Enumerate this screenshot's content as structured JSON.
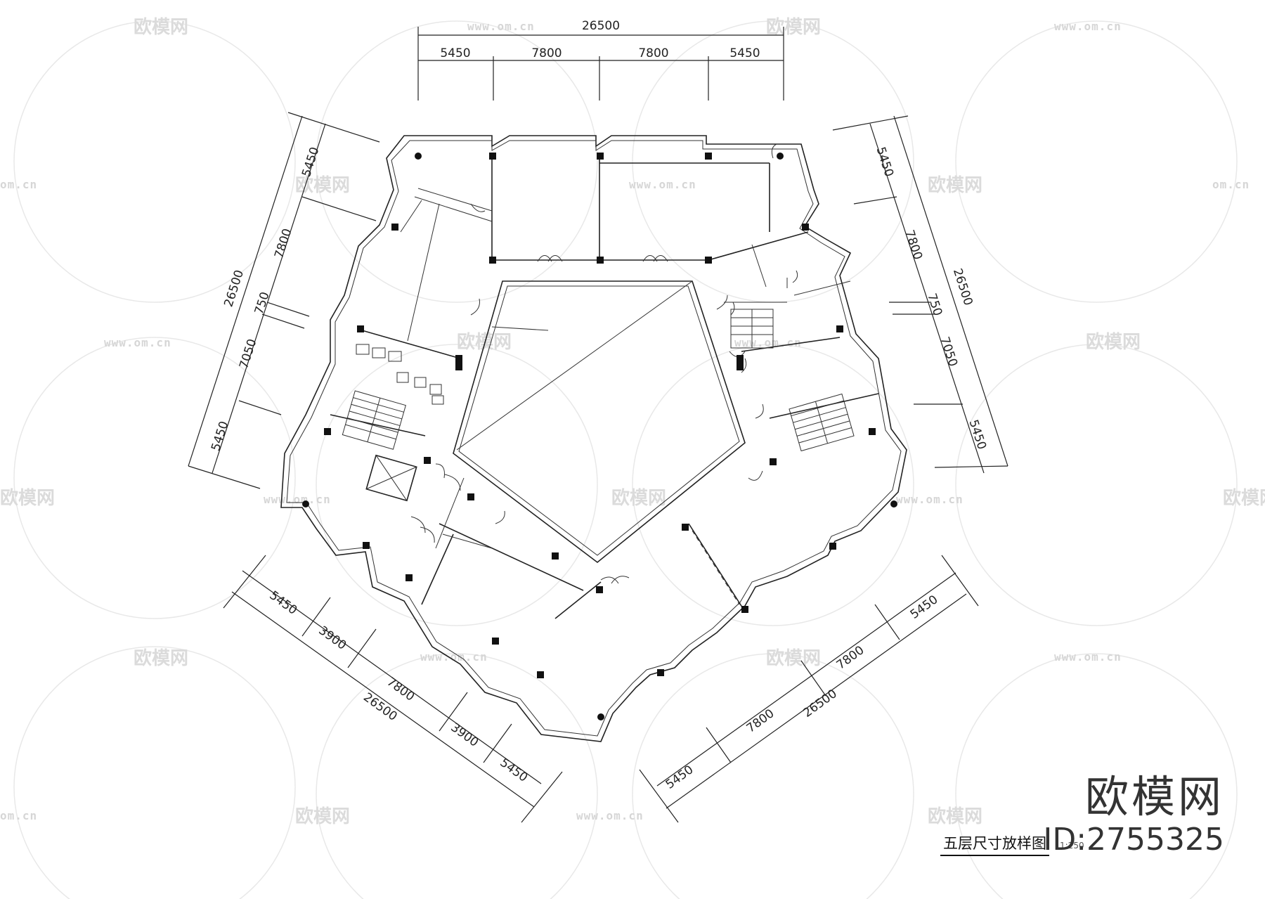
{
  "watermark": {
    "brand": "欧模网",
    "url": "www.om.cn",
    "url_short": "om.cn"
  },
  "dimensions": {
    "top_total": "26500",
    "top_segments": [
      "5450",
      "7800",
      "7800",
      "5450"
    ],
    "left_total": "26500",
    "left_segments": [
      "5450",
      "7800",
      "750",
      "7050",
      "5450"
    ],
    "right_total": "26500",
    "right_segments": [
      "5450",
      "7800",
      "750",
      "7050",
      "5450"
    ],
    "bottom_left_total": "26500",
    "bottom_left_segments": [
      "5450",
      "3900",
      "7800",
      "3900",
      "5450"
    ],
    "bottom_right_total": "26500",
    "bottom_right_segments": [
      "5450",
      "7800",
      "7800",
      "5450"
    ]
  },
  "caption": {
    "title": "五层尺寸放样图",
    "scale": "1:250"
  },
  "brand": {
    "name": "欧模网",
    "id": "ID:2755325"
  }
}
